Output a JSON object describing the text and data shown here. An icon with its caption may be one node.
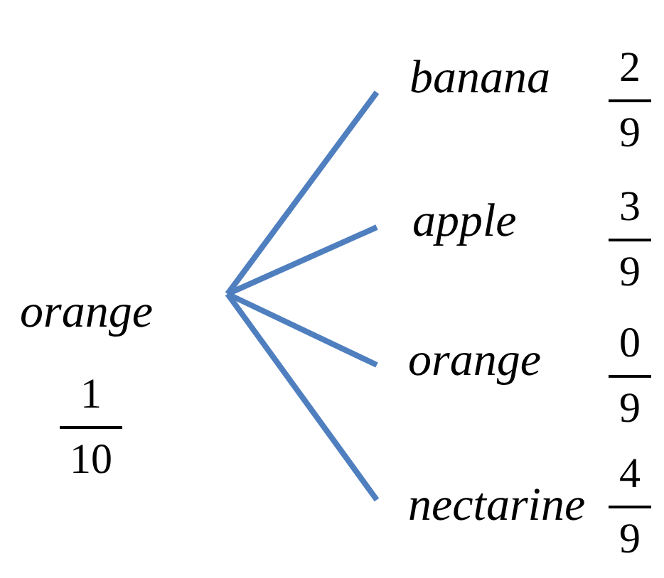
{
  "diagram": {
    "nodes": [
      {
        "text": [
          "orange"
        ],
        "beside": [
          "1",
          "10"
        ]
      },
      {
        "text": [
          "banana"
        ],
        "beside": [
          "2",
          "9"
        ]
      },
      {
        "text": [
          "apple"
        ],
        "beside": [
          "3",
          "9"
        ]
      },
      {
        "text": [
          "orange"
        ],
        "beside": [
          "0",
          "9"
        ]
      },
      {
        "text": [
          "nectarine"
        ],
        "beside": [
          "4",
          "9"
        ]
      }
    ],
    "edges": [
      {
        "from": 0,
        "to": 1,
        "arrow": "none",
        "color": "#4f7fbf"
      },
      {
        "from": 0,
        "to": 2,
        "arrow": "none",
        "color": "#4f7fbf"
      },
      {
        "from": 0,
        "to": 3,
        "arrow": "none",
        "color": "#4f7fbf"
      },
      {
        "from": 0,
        "to": 4,
        "arrow": "none",
        "color": "#4f7fbf"
      }
    ]
  }
}
